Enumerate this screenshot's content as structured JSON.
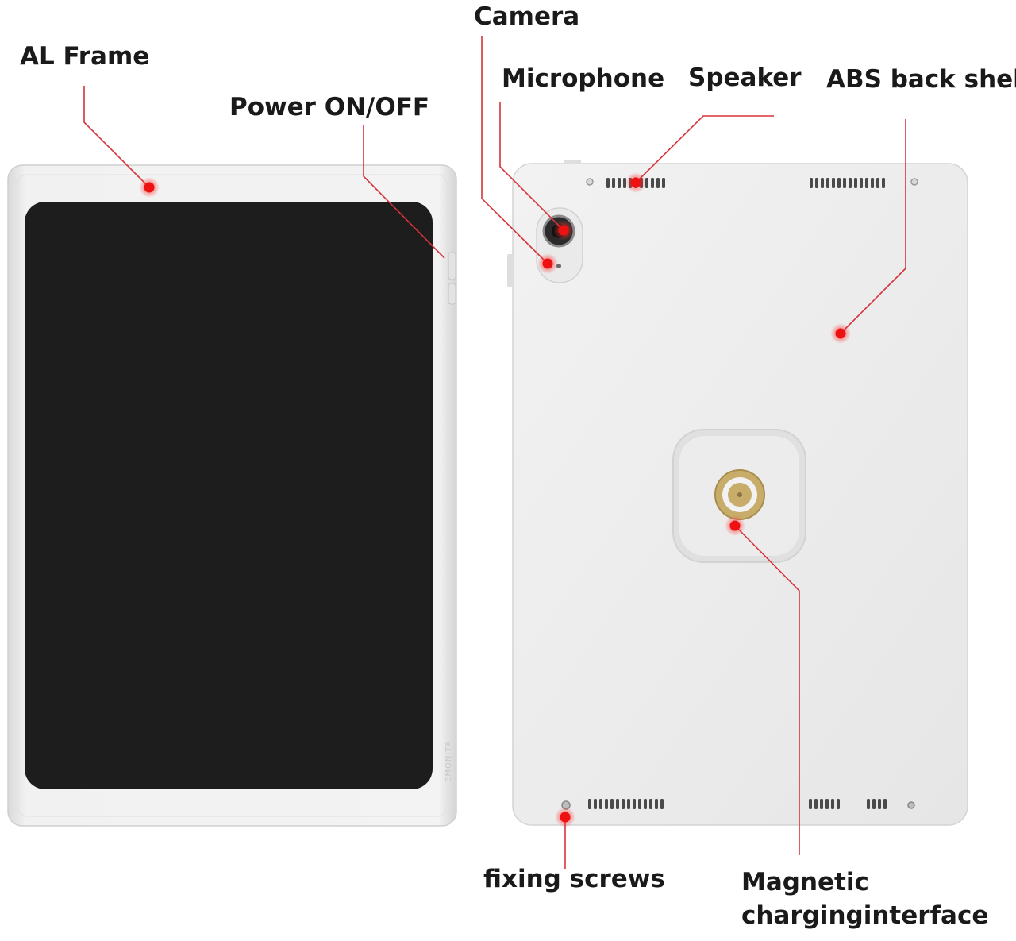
{
  "title": "",
  "labels": {
    "al_frame": "AL Frame",
    "power": "Power ON/OFF",
    "camera": "Camera",
    "microphone": "Microphone",
    "speaker": "Speaker",
    "abs_back_shell": "ABS back shell",
    "fixing_screws": "fixing screws",
    "magnetic_line1": "Magnetic",
    "magnetic_line2": "charginginterface"
  },
  "brand_text": "EMONITA",
  "colors": {
    "callout": "#e8161d",
    "frame": "#eeeeee",
    "screen": "#1d1d1d",
    "back_shell": "#e9e9e9",
    "pad": "#e2e2e2",
    "connector": "#c8ac6a"
  }
}
